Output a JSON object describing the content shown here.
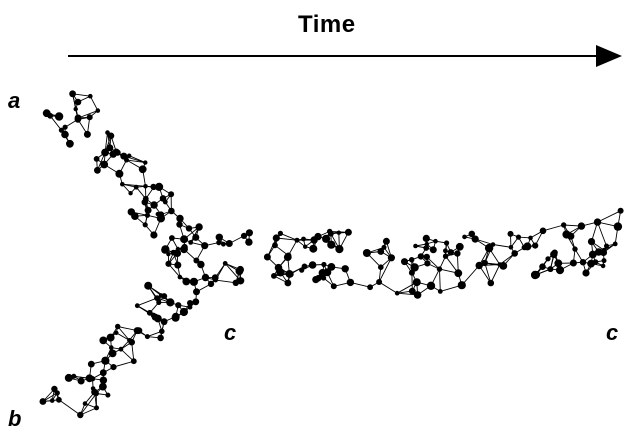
{
  "title": "Time",
  "labels": {
    "a": "a",
    "b": "b",
    "c_mid": "c",
    "c_end": "c"
  },
  "colors": {
    "ink": "#000000",
    "background": "#ffffff"
  }
}
